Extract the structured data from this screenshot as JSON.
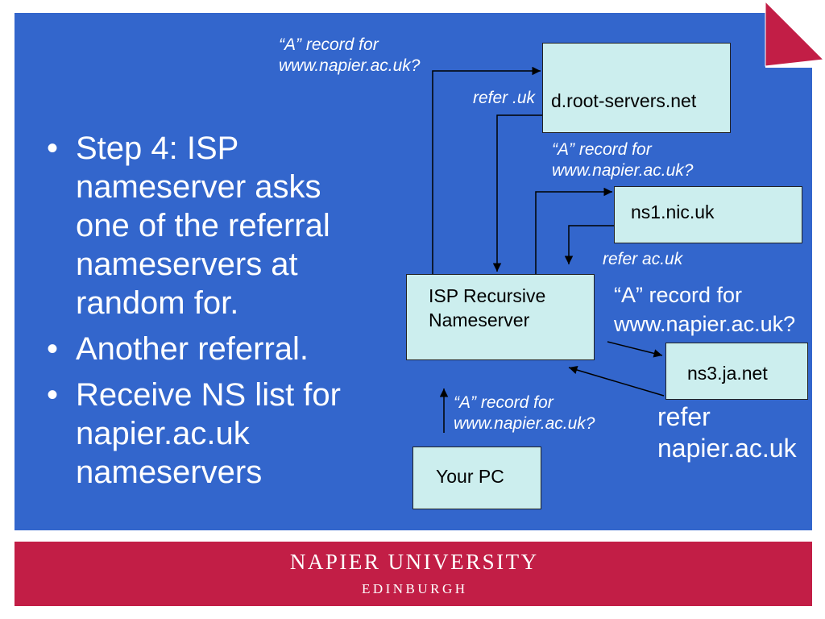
{
  "colors": {
    "panel": "#3366CC",
    "band": "#C21E46",
    "box_fill": "#CCEEEE",
    "text": "#FFFFFF"
  },
  "bullet_glyph": "•",
  "bullets": [
    {
      "lines": [
        "Step 4: ISP",
        "nameserver asks",
        "one of the referral",
        "nameservers at",
        "random for."
      ]
    },
    {
      "lines": [
        "Another referral."
      ]
    },
    {
      "lines": [
        "Receive NS list for",
        "napier.ac.uk",
        "nameservers"
      ]
    }
  ],
  "diagram": {
    "nodes": {
      "root": "d.root-servers.net",
      "ns1": "ns1.nic.uk",
      "isp": [
        "ISP Recursive",
        "Nameserver"
      ],
      "ns3": "ns3.ja.net",
      "pc": "Your PC"
    },
    "labels": {
      "query_root": [
        "“A” record for",
        "www.napier.ac.uk?"
      ],
      "refer_uk": "refer .uk",
      "query_ns1": [
        "“A” record for",
        "www.napier.ac.uk?"
      ],
      "refer_acuk": "refer ac.uk",
      "query_ns3": [
        "“A” record for",
        "www.napier.ac.uk?"
      ],
      "query_pc": [
        "“A” record for",
        "www.napier.ac.uk?"
      ],
      "refer_napier": [
        "refer",
        "napier.ac.uk"
      ]
    }
  },
  "footer": {
    "university": "NAPIER UNIVERSITY",
    "city": "EDINBURGH"
  }
}
